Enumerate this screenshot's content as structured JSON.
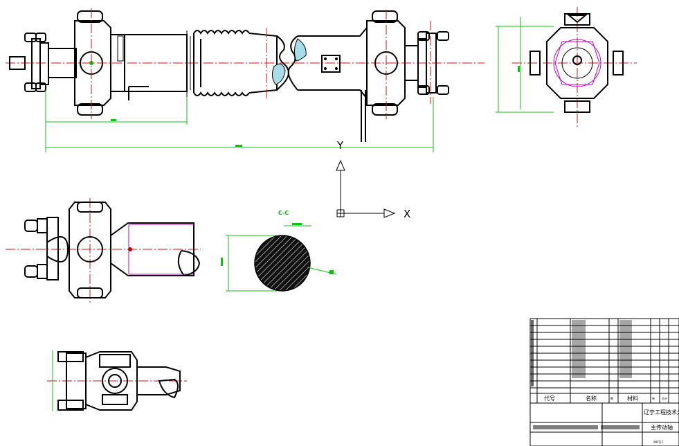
{
  "drawing": {
    "section_label": "C-C",
    "ucs": {
      "x_label": "X",
      "y_label": "Y"
    },
    "colors": {
      "outline": "#000000",
      "centerline": "#d01010",
      "dimension": "#10c010",
      "hidden": "#c000c0",
      "background": "#ffffff"
    }
  },
  "title_block": {
    "school": "辽宁工程技术大",
    "drawing_title": "主传动轴",
    "drawing_number": "WDTJ-7",
    "headers": {
      "code": "代号",
      "name": "名称",
      "material": "材料",
      "quantity": "数",
      "unit": "单",
      "total": "总计"
    }
  }
}
